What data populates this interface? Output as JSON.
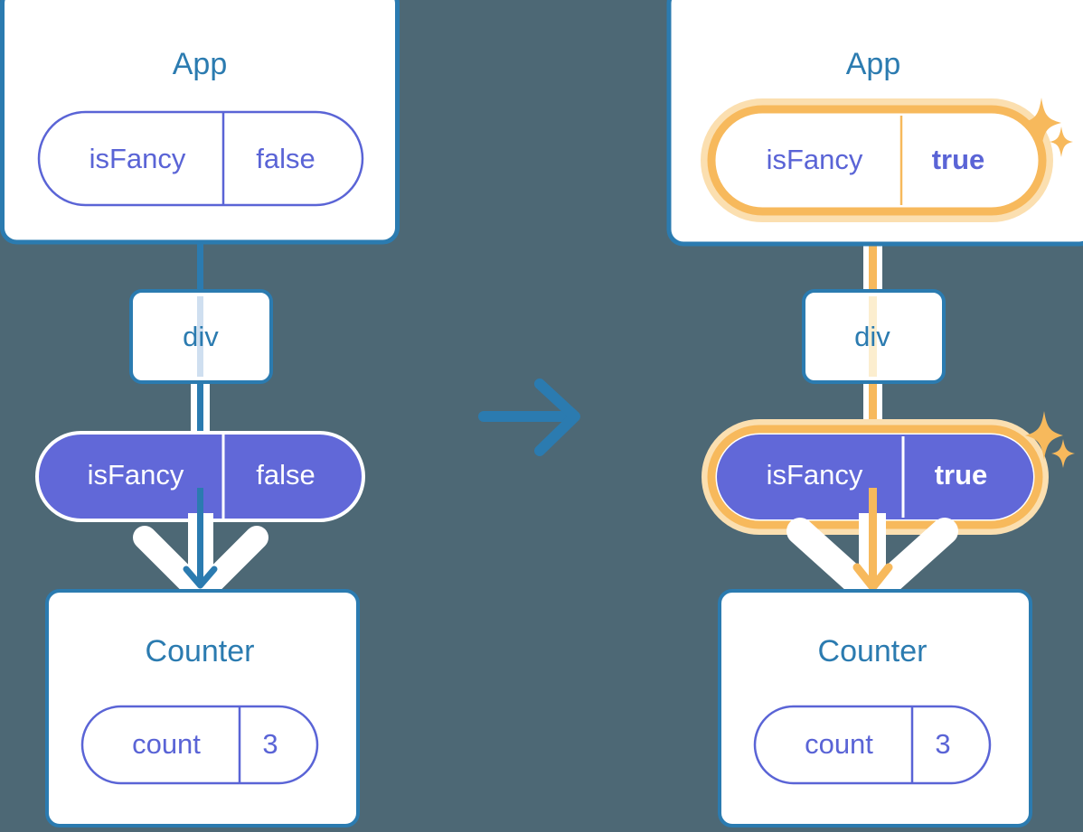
{
  "background_color": "#4d6875",
  "colors": {
    "box_border": "#2b7bb0",
    "box_fill": "#ffffff",
    "title_text": "#2b7bb0",
    "pill_border": "#5a64d6",
    "pill_text": "#5a64d6",
    "pill_filled_bg": "#6168d8",
    "pill_filled_text": "#ffffff",
    "highlight_orange": "#f7b95c",
    "highlight_glow": "#fbdfb0",
    "highlight_faded": "#fceecf",
    "arrow_blue": "#2b7bb0",
    "line_faded_blue": "#cfdff0",
    "white_outline": "#ffffff"
  },
  "panels": [
    {
      "id": "before",
      "app_box": {
        "title": "App",
        "pill": {
          "name": "isFancy",
          "value": "false",
          "style": "outline",
          "highlighted": false
        }
      },
      "div_box": {
        "label": "div"
      },
      "props_pill": {
        "name": "isFancy",
        "value": "false",
        "style": "filled",
        "highlighted": false
      },
      "counter_box": {
        "title": "Counter",
        "pill": {
          "name": "count",
          "value": "3",
          "style": "outline",
          "highlighted": false
        }
      },
      "sparkles": []
    },
    {
      "id": "after",
      "app_box": {
        "title": "App",
        "pill": {
          "name": "isFancy",
          "value": "true",
          "style": "outline",
          "highlighted": true
        }
      },
      "div_box": {
        "label": "div"
      },
      "props_pill": {
        "name": "isFancy",
        "value": "true",
        "style": "filled",
        "highlighted": true
      },
      "counter_box": {
        "title": "Counter",
        "pill": {
          "name": "count",
          "value": "3",
          "style": "outline",
          "highlighted": false
        }
      },
      "sparkles": [
        "sparkle-large",
        "sparkle-small"
      ]
    }
  ],
  "transition": {
    "icon": "arrow-right-icon",
    "color": "#2b7bb0"
  }
}
